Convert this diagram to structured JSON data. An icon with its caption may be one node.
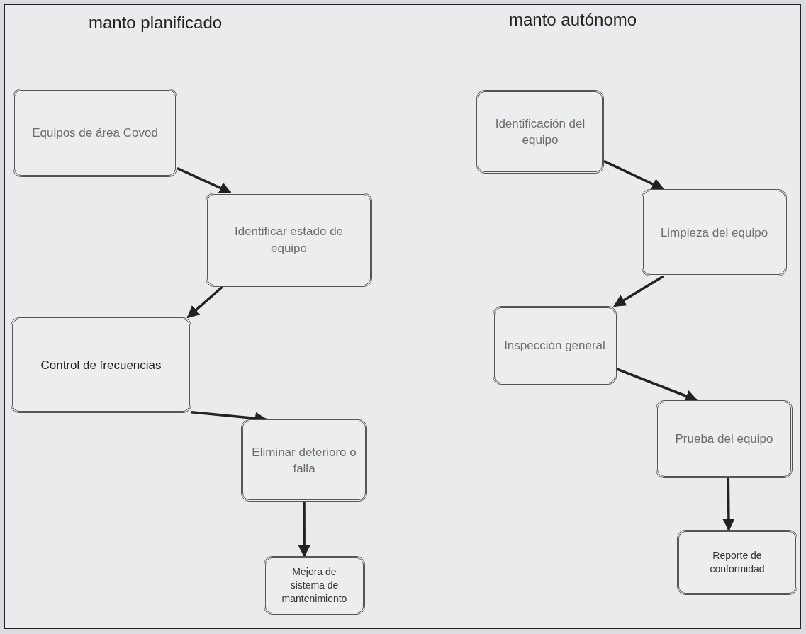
{
  "diagram": {
    "nodes": [
      {
        "text": [
          "Equipos de área Covod"
        ]
      },
      {
        "text": [
          "Identificar estado de equipo"
        ]
      },
      {
        "text": [
          "Control de frecuencias"
        ]
      },
      {
        "text": [
          "Eliminar deterioro o falla"
        ]
      },
      {
        "text": [
          "Mejora de sistema de mantenimiento"
        ]
      },
      {
        "text": [
          "Identificación del equipo"
        ]
      },
      {
        "text": [
          "Limpieza del equipo"
        ]
      },
      {
        "text": [
          "Inspección general"
        ]
      },
      {
        "text": [
          "Prueba del equipo"
        ]
      },
      {
        "text": [
          "Reporte de conformidad"
        ]
      }
    ],
    "edges": [
      {
        "from": 0,
        "to": 1,
        "arrow": "to"
      },
      {
        "from": 1,
        "to": 2,
        "arrow": "to"
      },
      {
        "from": 2,
        "to": 3,
        "arrow": "to"
      },
      {
        "from": 3,
        "to": 4,
        "arrow": "to"
      },
      {
        "from": 5,
        "to": 6,
        "arrow": "to"
      },
      {
        "from": 6,
        "to": 7,
        "arrow": "to"
      },
      {
        "from": 7,
        "to": 8,
        "arrow": "to"
      },
      {
        "from": 8,
        "to": 9,
        "arrow": "to"
      }
    ],
    "labels": [
      "manto planificado",
      "manto autónomo"
    ]
  }
}
